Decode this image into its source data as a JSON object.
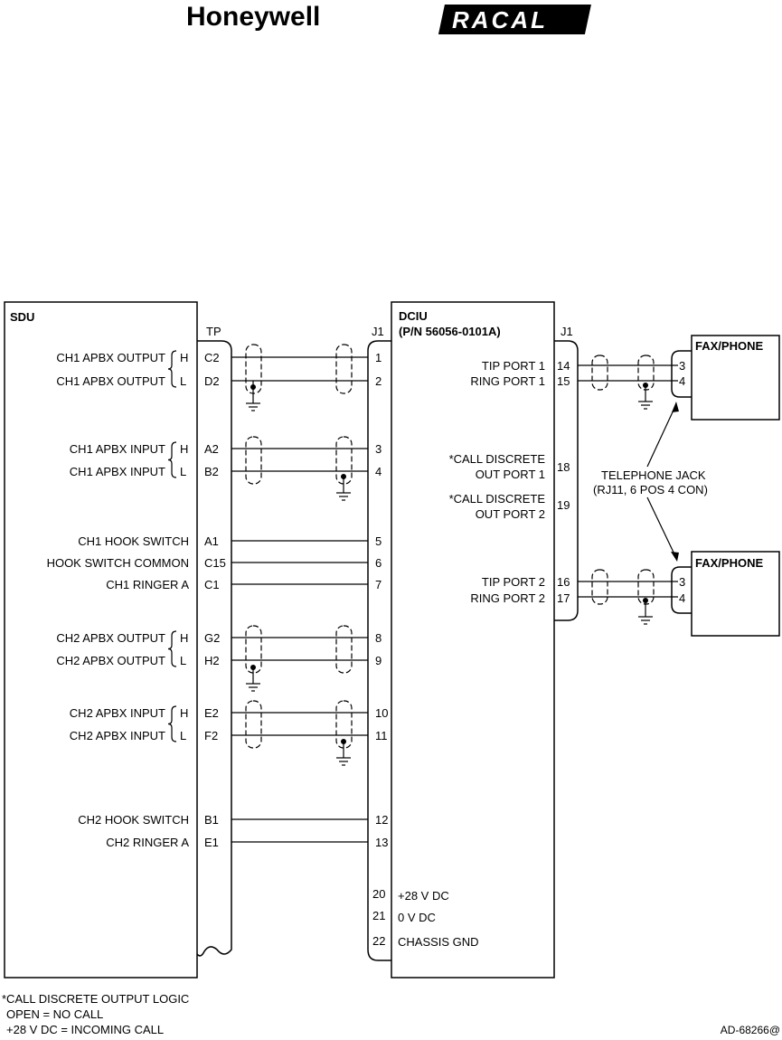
{
  "logos": {
    "honeywell": "Honeywell",
    "racal": "RACAL"
  },
  "sdu": {
    "title": "SDU",
    "connector": "TP",
    "signals": [
      {
        "label": "CH1 APBX OUTPUT",
        "level": "H",
        "pin": "C2",
        "target": "1"
      },
      {
        "label": "CH1 APBX OUTPUT",
        "level": "L",
        "pin": "D2",
        "target": "2"
      },
      {
        "label": "CH1 APBX INPUT",
        "level": "H",
        "pin": "A2",
        "target": "3"
      },
      {
        "label": "CH1 APBX INPUT",
        "level": "L",
        "pin": "B2",
        "target": "4"
      },
      {
        "label": "CH1 HOOK SWITCH",
        "level": "",
        "pin": "A1",
        "target": "5"
      },
      {
        "label": "HOOK SWITCH COMMON",
        "level": "",
        "pin": "C15",
        "target": "6"
      },
      {
        "label": "CH1 RINGER A",
        "level": "",
        "pin": "C1",
        "target": "7"
      },
      {
        "label": "CH2 APBX OUTPUT",
        "level": "H",
        "pin": "G2",
        "target": "8"
      },
      {
        "label": "CH2 APBX OUTPUT",
        "level": "L",
        "pin": "H2",
        "target": "9"
      },
      {
        "label": "CH2 APBX INPUT",
        "level": "H",
        "pin": "E2",
        "target": "10"
      },
      {
        "label": "CH2 APBX INPUT",
        "level": "L",
        "pin": "F2",
        "target": "11"
      },
      {
        "label": "CH2 HOOK SWITCH",
        "level": "",
        "pin": "B1",
        "target": "12"
      },
      {
        "label": "CH2 RINGER A",
        "level": "",
        "pin": "E1",
        "target": "13"
      }
    ]
  },
  "dciu": {
    "title": "DCIU",
    "part_number": "(P/N 56056-0101A)",
    "left_connector": "J1",
    "right_connector": "J1",
    "ports": [
      {
        "label": "TIP PORT 1",
        "pin": "14"
      },
      {
        "label": "RING PORT 1",
        "pin": "15"
      },
      {
        "label": "*CALL DISCRETE",
        "label2": "OUT PORT 1",
        "pin": "18"
      },
      {
        "label": "*CALL DISCRETE",
        "label2": "OUT PORT 2",
        "pin": "19"
      },
      {
        "label": "TIP PORT 2",
        "pin": "16"
      },
      {
        "label": "RING PORT 2",
        "pin": "17"
      }
    ],
    "power": [
      {
        "pin": "20",
        "label": "+28 V DC"
      },
      {
        "pin": "21",
        "label": "0 V DC"
      },
      {
        "pin": "22",
        "label": "CHASSIS GND"
      }
    ]
  },
  "fax_phones": [
    {
      "title": "FAX/PHONE",
      "pins": [
        "3",
        "4"
      ]
    },
    {
      "title": "FAX/PHONE",
      "pins": [
        "3",
        "4"
      ]
    }
  ],
  "jack_note": {
    "line1": "TELEPHONE JACK",
    "line2": "(RJ11, 6 POS 4 CON)"
  },
  "footnote": {
    "line1": "*CALL DISCRETE OUTPUT LOGIC",
    "line2": "OPEN = NO CALL",
    "line3": "+28 V DC = INCOMING CALL"
  },
  "drawing_id": "AD-68266@"
}
